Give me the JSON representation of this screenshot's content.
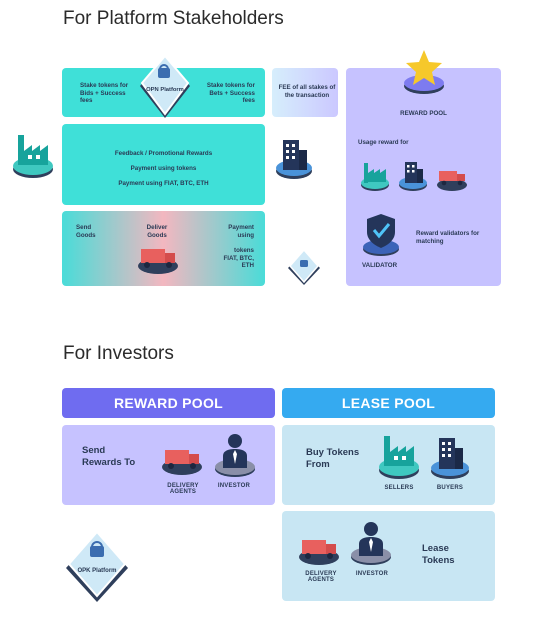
{
  "platform": {
    "title": "For Platform Stakeholders",
    "stake_bids": "Stake tokens for Bids + Success fees",
    "opn_label": "OPN Platform",
    "stake_bets": "Stake tokens for Bets + Success fees",
    "fee_text": "FEE of all stakes of the transaction",
    "feedback": "Feedback / Promotional Rewards",
    "payment_tokens": "Payment using tokens",
    "payment_fiat": "Payment using FIAT, BTC, ETH",
    "send_goods": "Send Goods",
    "deliver_goods": "Deliver Goods",
    "payment_using": "Payment using",
    "tokens_list": "tokens FIAT, BTC, ETH",
    "reward_pool": "REWARD POOL",
    "usage_reward": "Usage reward for",
    "reward_validators": "Reward validators for matching",
    "validator": "VALIDATOR"
  },
  "investors": {
    "title": "For Investors",
    "reward_pool_header": "REWARD POOL",
    "lease_pool_header": "LEASE POOL",
    "send_rewards": "Send Rewards To",
    "delivery_agents": "DELIVERY AGENTS",
    "investor": "INVESTOR",
    "buy_tokens": "Buy Tokens From",
    "sellers": "SELLERS",
    "buyers": "BUYERS",
    "delivery_agents_2": "DELIVERY AGENTS",
    "investor_2": "INVESTOR",
    "lease_tokens": "Lease Tokens",
    "opk_label": "OPK Platform"
  },
  "colors": {
    "teal": "#3fe0d8",
    "lavender": "#c6c2ff",
    "reward_header": "#6f6cf0",
    "lease_header": "#35aaf0",
    "light_blue": "#c8e6f3",
    "truck_red": "#e8605e"
  },
  "icons": [
    "factory-icon",
    "building-icon",
    "truck-icon",
    "star-icon",
    "shield-check-icon",
    "person-icon",
    "lock-diamond-icon"
  ]
}
